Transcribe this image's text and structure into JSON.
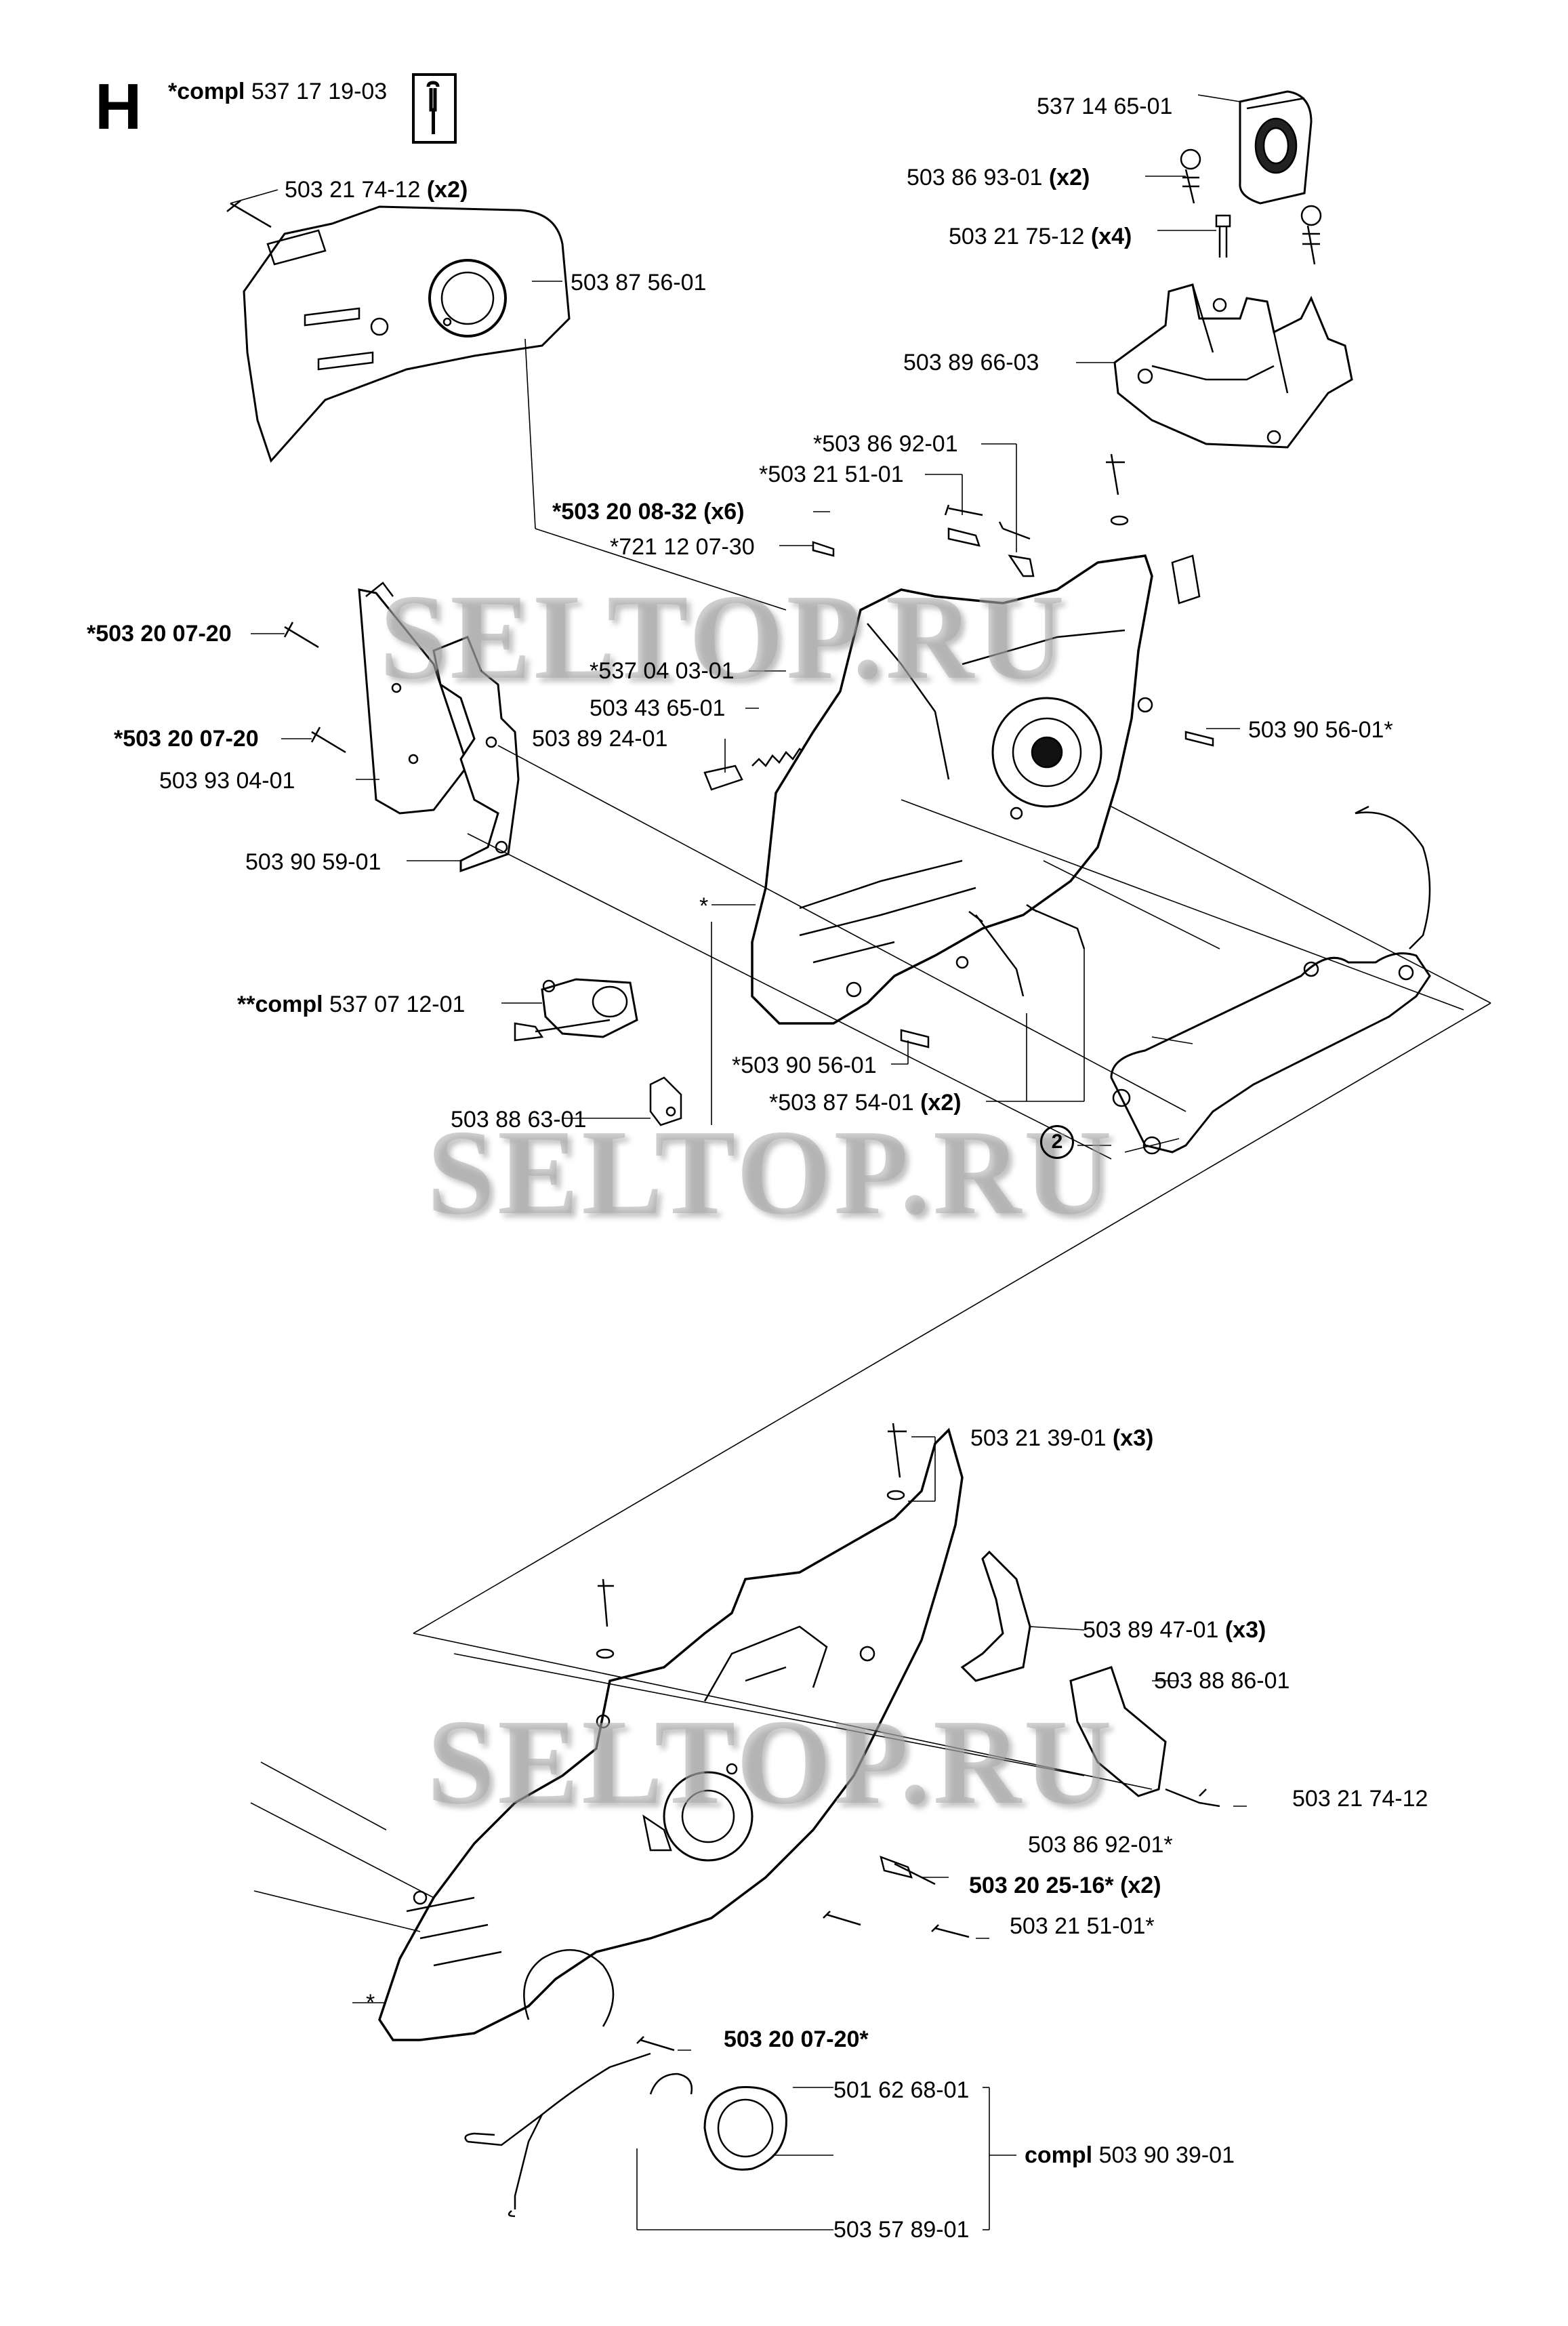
{
  "section": {
    "letter": "H",
    "compl_prefix": "*compl",
    "compl_number": "537 17 19-03"
  },
  "watermark": "SELTOP.RU",
  "callout": "2",
  "labels": [
    {
      "id": "p1",
      "prefix": "",
      "number": "537 14 65-01",
      "suffix": "",
      "bold": false
    },
    {
      "id": "p2",
      "prefix": "",
      "number": "503 86 93-01",
      "suffix": "(x2)",
      "bold": false
    },
    {
      "id": "p3",
      "prefix": "",
      "number": "503 21 75-12",
      "suffix": "(x4)",
      "bold": false
    },
    {
      "id": "p4",
      "prefix": "",
      "number": "503 89 66-03",
      "suffix": "",
      "bold": false
    },
    {
      "id": "p5",
      "prefix": "",
      "number": "*503 86 92-01",
      "suffix": "",
      "bold": false
    },
    {
      "id": "p6",
      "prefix": "",
      "number": "*503 21 51-01",
      "suffix": "",
      "bold": false
    },
    {
      "id": "p7",
      "prefix": "",
      "number": "*503 20 08-32 (x6)",
      "suffix": "",
      "bold": true
    },
    {
      "id": "p8",
      "prefix": "",
      "number": "*721 12 07-30",
      "suffix": "",
      "bold": false
    },
    {
      "id": "p9",
      "prefix": "",
      "number": "503 21 74-12",
      "suffix": "(x2)",
      "bold": false
    },
    {
      "id": "p10",
      "prefix": "",
      "number": "503 87 56-01",
      "suffix": "",
      "bold": false
    },
    {
      "id": "p11",
      "prefix": "",
      "number": "*503 20 07-20",
      "suffix": "",
      "bold": true
    },
    {
      "id": "p12",
      "prefix": "",
      "number": "*537 04 03-01",
      "suffix": "",
      "bold": false
    },
    {
      "id": "p13",
      "prefix": "",
      "number": "503 43 65-01",
      "suffix": "",
      "bold": false
    },
    {
      "id": "p14",
      "prefix": "",
      "number": "*503 20 07-20",
      "suffix": "",
      "bold": true
    },
    {
      "id": "p15",
      "prefix": "",
      "number": "503 89 24-01",
      "suffix": "",
      "bold": false
    },
    {
      "id": "p16",
      "prefix": "",
      "number": "503 93 04-01",
      "suffix": "",
      "bold": false
    },
    {
      "id": "p17",
      "prefix": "",
      "number": "503 90 56-01*",
      "suffix": "",
      "bold": false
    },
    {
      "id": "p18",
      "prefix": "",
      "number": "503 90 59-01",
      "suffix": "",
      "bold": false
    },
    {
      "id": "p19",
      "prefix": "",
      "number": "*",
      "suffix": "",
      "bold": false
    },
    {
      "id": "p20",
      "prefix": "**compl",
      "number": "537 07 12-01",
      "suffix": "",
      "bold": false
    },
    {
      "id": "p21",
      "prefix": "",
      "number": "*503 90 56-01",
      "suffix": "",
      "bold": false
    },
    {
      "id": "p22",
      "prefix": "",
      "number": "*503 87 54-01",
      "suffix": "(x2)",
      "bold": false
    },
    {
      "id": "p23",
      "prefix": "",
      "number": "503 88 63-01",
      "suffix": "",
      "bold": false
    },
    {
      "id": "p24",
      "prefix": "",
      "number": "503 21 39-01",
      "suffix": "(x3)",
      "bold": false
    },
    {
      "id": "p25",
      "prefix": "",
      "number": "503 89 47-01",
      "suffix": "(x3)",
      "bold": false
    },
    {
      "id": "p26",
      "prefix": "",
      "number": "503 88 86-01",
      "suffix": "",
      "bold": false
    },
    {
      "id": "p27",
      "prefix": "",
      "number": "503 21 74-12",
      "suffix": "",
      "bold": false
    },
    {
      "id": "p28",
      "prefix": "",
      "number": "503 86 92-01*",
      "suffix": "",
      "bold": false
    },
    {
      "id": "p29",
      "prefix": "",
      "number": "503 20 25-16* (x2)",
      "suffix": "",
      "bold": true
    },
    {
      "id": "p30",
      "prefix": "",
      "number": "503 21 51-01*",
      "suffix": "",
      "bold": false
    },
    {
      "id": "p31",
      "prefix": "",
      "number": "*",
      "suffix": "",
      "bold": false
    },
    {
      "id": "p32",
      "prefix": "",
      "number": "503 20 07-20*",
      "suffix": "",
      "bold": true
    },
    {
      "id": "p33",
      "prefix": "",
      "number": "501 62 68-01",
      "suffix": "",
      "bold": false
    },
    {
      "id": "p34",
      "prefix": "compl",
      "number": "503 90 39-01",
      "suffix": "",
      "bold": false
    },
    {
      "id": "p35",
      "prefix": "",
      "number": "503 57 89-01",
      "suffix": "",
      "bold": false
    }
  ]
}
